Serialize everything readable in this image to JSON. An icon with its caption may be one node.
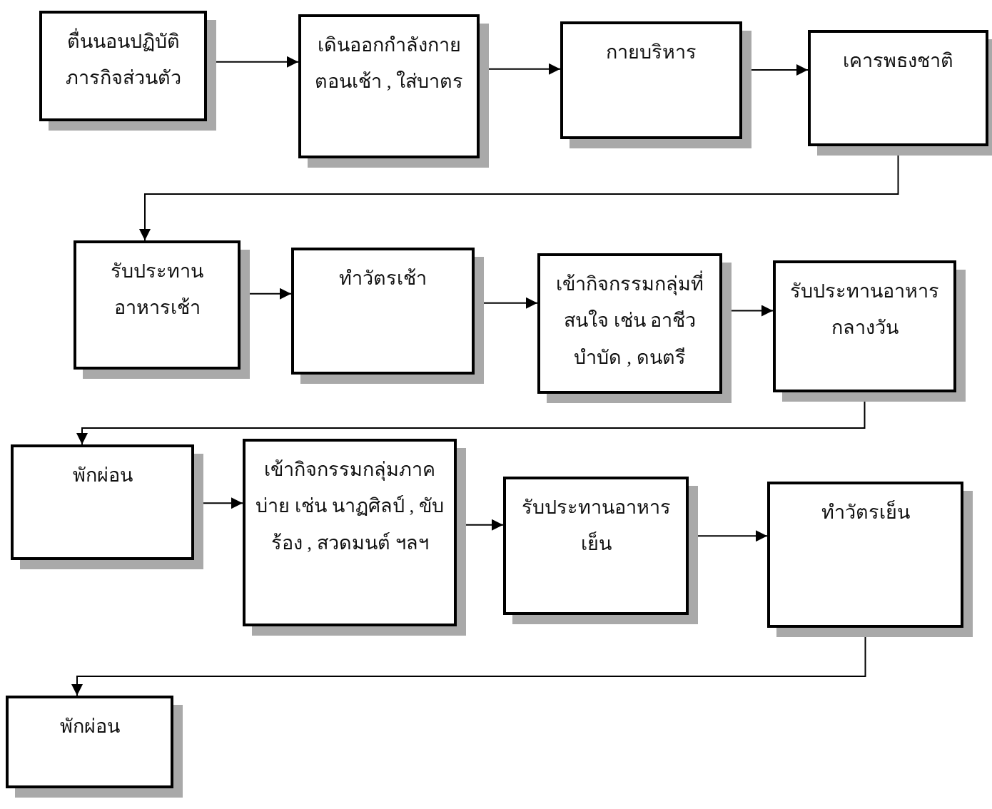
{
  "diagram": {
    "nodes": [
      {
        "text": [
          "ตื่นนอนปฏิบัติภารกิจส่วนตัว"
        ]
      },
      {
        "text": [
          "เดินออกกำลังกายตอนเช้า , ใส่บาตร"
        ]
      },
      {
        "text": [
          "กายบริหาร"
        ]
      },
      {
        "text": [
          "เคารพธงชาติ"
        ]
      },
      {
        "text": [
          "รับประทานอาหารเช้า"
        ]
      },
      {
        "text": [
          "ทำวัตรเช้า"
        ]
      },
      {
        "text": [
          "เข้ากิจกรรมกลุ่มที่สนใจ เช่น อาชีวบำบัด , ดนตรี"
        ]
      },
      {
        "text": [
          "รับประทานอาหารกลางวัน"
        ]
      },
      {
        "text": [
          "พักผ่อน"
        ]
      },
      {
        "text": [
          "เข้ากิจกรรมกลุ่มภาคบ่าย เช่น นาฏศิลป์ , ขับร้อง , สวดมนต์ ฯลฯ"
        ]
      },
      {
        "text": [
          "รับประทานอาหารเย็น"
        ]
      },
      {
        "text": [
          "ทำวัตรเย็น"
        ]
      },
      {
        "text": [
          "พักผ่อน"
        ]
      }
    ],
    "edges": [
      {
        "from": 0,
        "to": 1,
        "arrow": "to"
      },
      {
        "from": 1,
        "to": 2,
        "arrow": "to"
      },
      {
        "from": 2,
        "to": 3,
        "arrow": "to"
      },
      {
        "from": 3,
        "to": 4,
        "arrow": "to"
      },
      {
        "from": 4,
        "to": 5,
        "arrow": "to"
      },
      {
        "from": 5,
        "to": 6,
        "arrow": "to"
      },
      {
        "from": 6,
        "to": 7,
        "arrow": "to"
      },
      {
        "from": 7,
        "to": 8,
        "arrow": "to"
      },
      {
        "from": 8,
        "to": 9,
        "arrow": "to"
      },
      {
        "from": 9,
        "to": 10,
        "arrow": "to"
      },
      {
        "from": 10,
        "to": 11,
        "arrow": "to"
      },
      {
        "from": 11,
        "to": 12,
        "arrow": "to"
      }
    ]
  }
}
